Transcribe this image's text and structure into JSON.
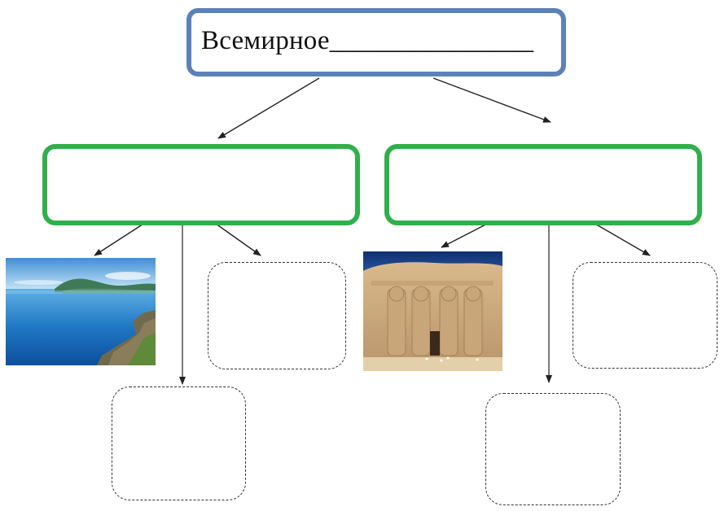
{
  "diagram": {
    "title": "Всемирное_______________",
    "colors": {
      "title_border": "#5b82b8",
      "category_border": "#2fb04a",
      "placeholder_border": "#333333",
      "arrow": "#222222"
    },
    "categories": [
      {
        "label": ""
      },
      {
        "label": ""
      }
    ],
    "placeholders": [
      {
        "label": ""
      },
      {
        "label": ""
      },
      {
        "label": ""
      },
      {
        "label": ""
      }
    ],
    "photos": [
      {
        "icon": "lake-landscape-photo"
      },
      {
        "icon": "rock-temple-statues-photo"
      }
    ]
  }
}
